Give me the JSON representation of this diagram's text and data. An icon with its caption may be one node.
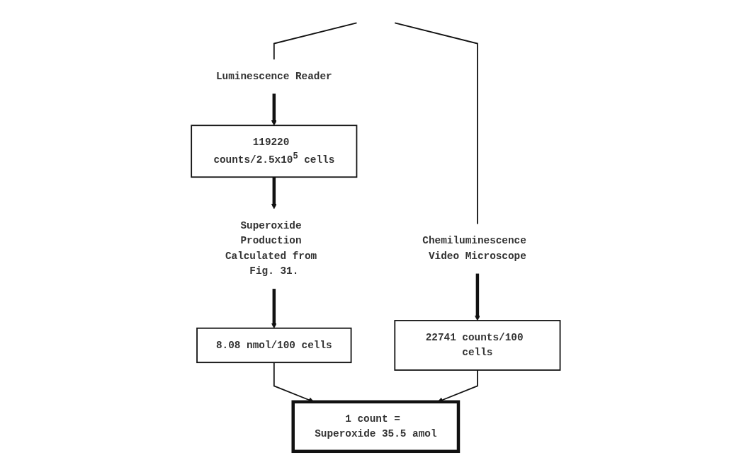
{
  "diagram": {
    "nodes": [
      {
        "text": [
          "Luminescence Reader"
        ]
      },
      {
        "text": [
          "Chemiluminescence Video Microscope"
        ]
      },
      {
        "text": [
          "119220 counts/2.5x10$^{5}$ cells"
        ]
      },
      {
        "text": [
          "22741 counts/100 cells"
        ]
      },
      {
        "text": [
          "Superoxide Production Calculated from Fig. 31."
        ]
      },
      {
        "text": [
          "8.08 nmol/100 cells"
        ]
      },
      {
        "text": [
          "1 count = Superoxide 35.5 amol"
        ]
      }
    ],
    "edges": [
      {
        "from": null,
        "to": 0,
        "arrow": "none"
      },
      {
        "from": null,
        "to": 1,
        "arrow": "none"
      },
      {
        "from": 0,
        "to": 2,
        "arrow": "to",
        "style": "thick"
      },
      {
        "from": 1,
        "to": 3,
        "arrow": "to",
        "style": "thick"
      },
      {
        "from": 2,
        "to": 4,
        "arrow": "to",
        "style": "thick"
      },
      {
        "from": 4,
        "to": 5,
        "arrow": "to",
        "style": "thick"
      },
      {
        "from": 5,
        "to": 6,
        "arrow": "to"
      },
      {
        "from": 3,
        "to": 6,
        "arrow": "to"
      }
    ]
  }
}
